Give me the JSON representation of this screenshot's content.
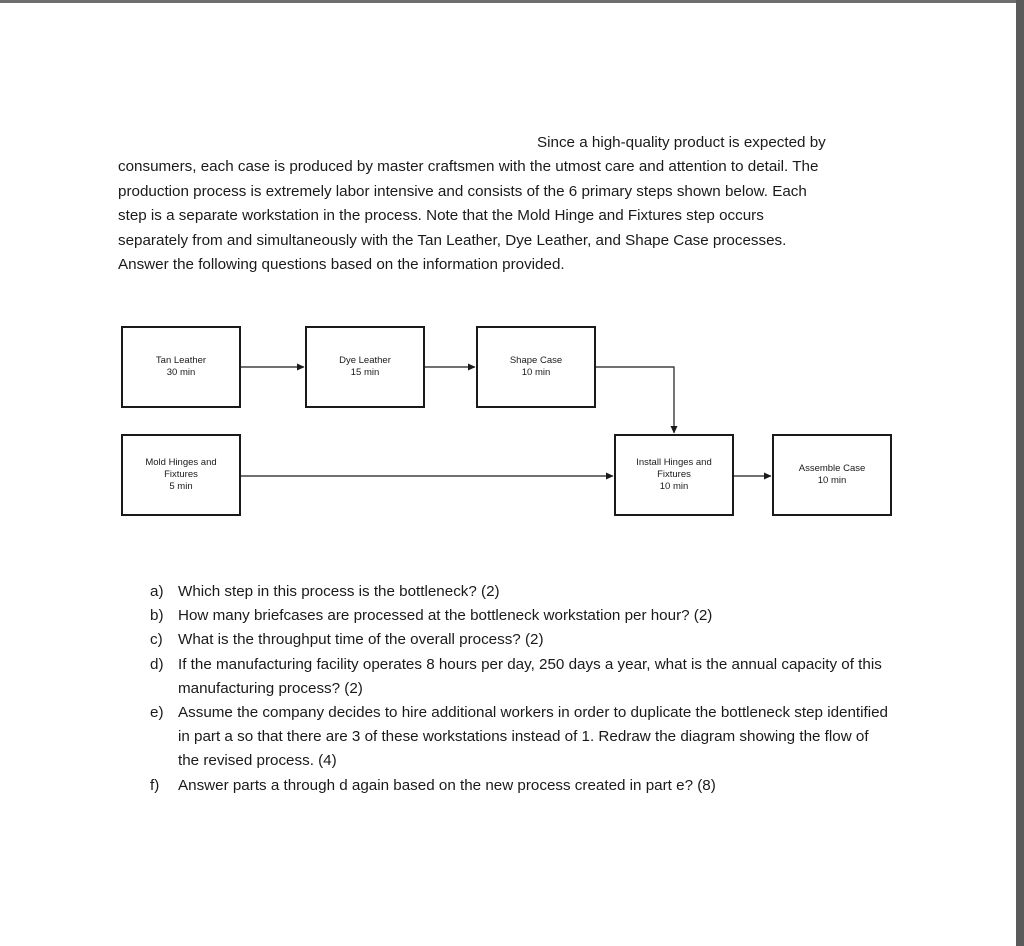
{
  "intro": {
    "lines": [
      "Since a high-quality product is expected by",
      "consumers, each case is produced by master craftsmen with the utmost care and attention to detail. The",
      "production process is extremely labor intensive and consists of the 6 primary steps shown below. Each",
      "step is a separate workstation in the process. Note that the Mold Hinge and Fixtures step occurs",
      "separately from and simultaneously with the Tan Leather, Dye Leather, and Shape Case processes.",
      "Answer the following questions based on the information provided."
    ]
  },
  "diagram": {
    "tan": {
      "name": "Tan Leather",
      "time": "30 min"
    },
    "dye": {
      "name": "Dye Leather",
      "time": "15 min"
    },
    "shape": {
      "name": "Shape Case",
      "time": "10 min"
    },
    "mold": {
      "name1": "Mold Hinges and",
      "name2": "Fixtures",
      "time": "5 min"
    },
    "install": {
      "name1": "Install Hinges and",
      "name2": "Fixtures",
      "time": "10 min"
    },
    "assemble": {
      "name": "Assemble Case",
      "time": "10 min"
    }
  },
  "questions": [
    {
      "label": "a)",
      "text": "Which step in this process is the bottleneck? (2)"
    },
    {
      "label": "b)",
      "text": "How many briefcases are processed at the bottleneck workstation per hour? (2)"
    },
    {
      "label": "c)",
      "text": "What is the throughput time of the overall process? (2)"
    },
    {
      "label": "d)",
      "text": "If the manufacturing facility operates 8 hours per day, 250 days a year, what is the annual capacity of this manufacturing process? (2)"
    },
    {
      "label": "e)",
      "text": "Assume the company decides to hire additional workers in order to duplicate the bottleneck step identified in part a so that there are 3 of these workstations instead of 1. Redraw the diagram showing the flow of the revised process.  (4)"
    },
    {
      "label": "f)",
      "text": "Answer parts a through d again based on the new process created in part e? (8)"
    }
  ]
}
